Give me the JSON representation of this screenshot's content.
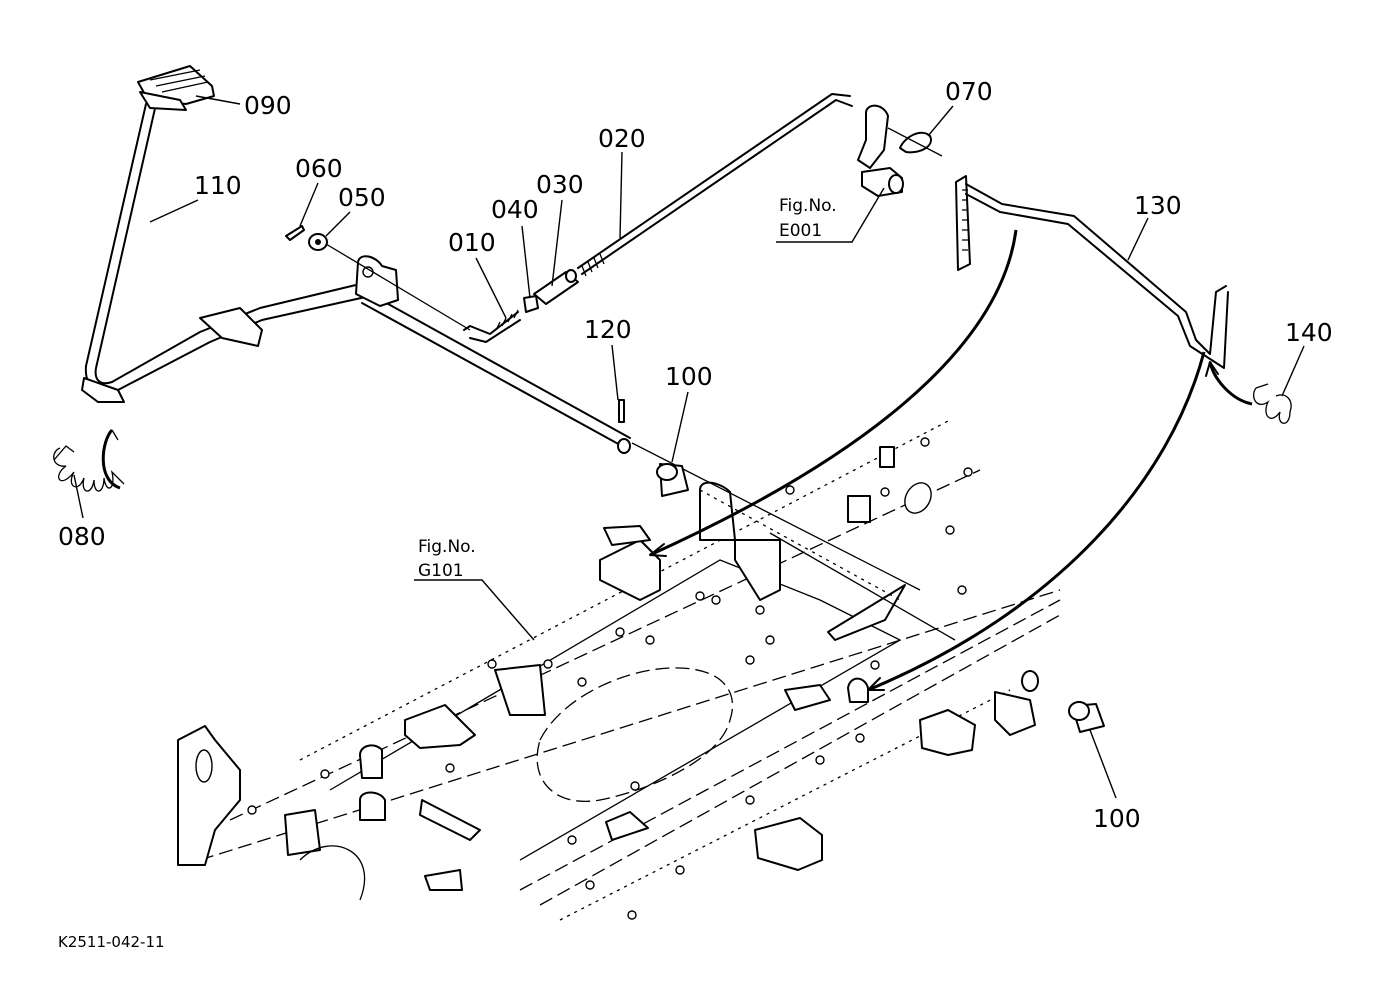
{
  "callouts": {
    "c010": "010",
    "c020": "020",
    "c030": "030",
    "c040": "040",
    "c050": "050",
    "c060": "060",
    "c070": "070",
    "c080": "080",
    "c090": "090",
    "c100a": "100",
    "c100b": "100",
    "c110": "110",
    "c120": "120",
    "c130": "130",
    "c140": "140"
  },
  "references": {
    "e001_label": "Fig.No.",
    "e001_code": "E001",
    "g101_label": "Fig.No.",
    "g101_code": "G101"
  },
  "drawing_code": "K2511-042-11"
}
